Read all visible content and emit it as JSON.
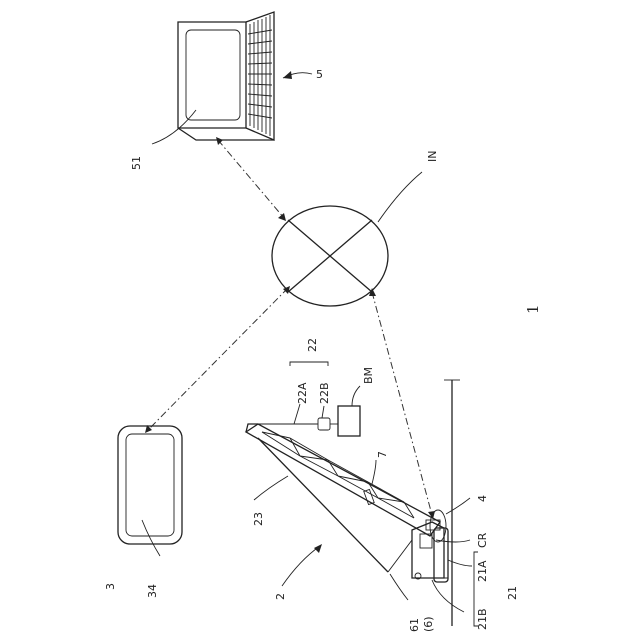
{
  "labels": {
    "system": "1",
    "terminal_pc": "5",
    "pc_screen": "51",
    "network": "IN",
    "mobile": "3",
    "mobile_screen": "34",
    "crane": "2",
    "crane_body": "21",
    "lower_body": "21A",
    "upper_body": "21B",
    "cab": "CR",
    "comm_device": "4",
    "boom": "23",
    "hook_group": "22",
    "hook_block": "22A",
    "hook": "22B",
    "load": "BM",
    "camera": "7",
    "sensor": "61",
    "sensor_alt": "(6)"
  }
}
